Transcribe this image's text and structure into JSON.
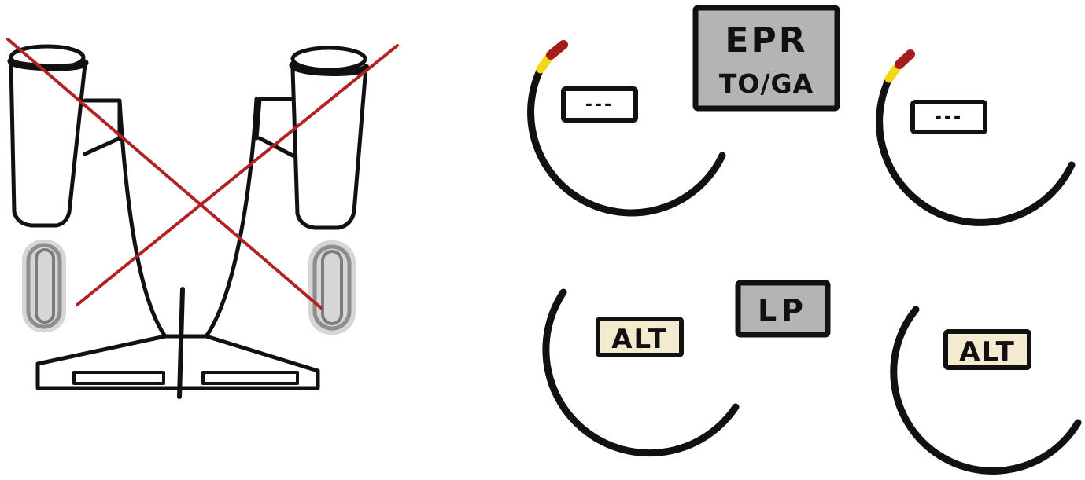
{
  "colors": {
    "ink": "#111111",
    "cross": "#b32222",
    "mode_box_fill": "#b4b4b4",
    "readout_fill": "#f3ead0",
    "tip_red": "#a51c1c",
    "tip_yellow": "#f0d817",
    "wheel_gray": "#8a8a8a"
  },
  "illustration": {
    "subject": "engines-removed-aircraft",
    "crossed_out": true
  },
  "panel": {
    "mode_top": {
      "line1": "EPR",
      "line2": "TO/GA"
    },
    "mode_bottom": {
      "label": "LP"
    },
    "gauges": [
      {
        "id": "upper-left",
        "readout": "---",
        "redline_marker": true
      },
      {
        "id": "upper-right",
        "readout": "---",
        "redline_marker": true
      },
      {
        "id": "lower-left",
        "readout": "ALT",
        "redline_marker": false
      },
      {
        "id": "lower-right",
        "readout": "ALT",
        "redline_marker": false
      }
    ]
  }
}
